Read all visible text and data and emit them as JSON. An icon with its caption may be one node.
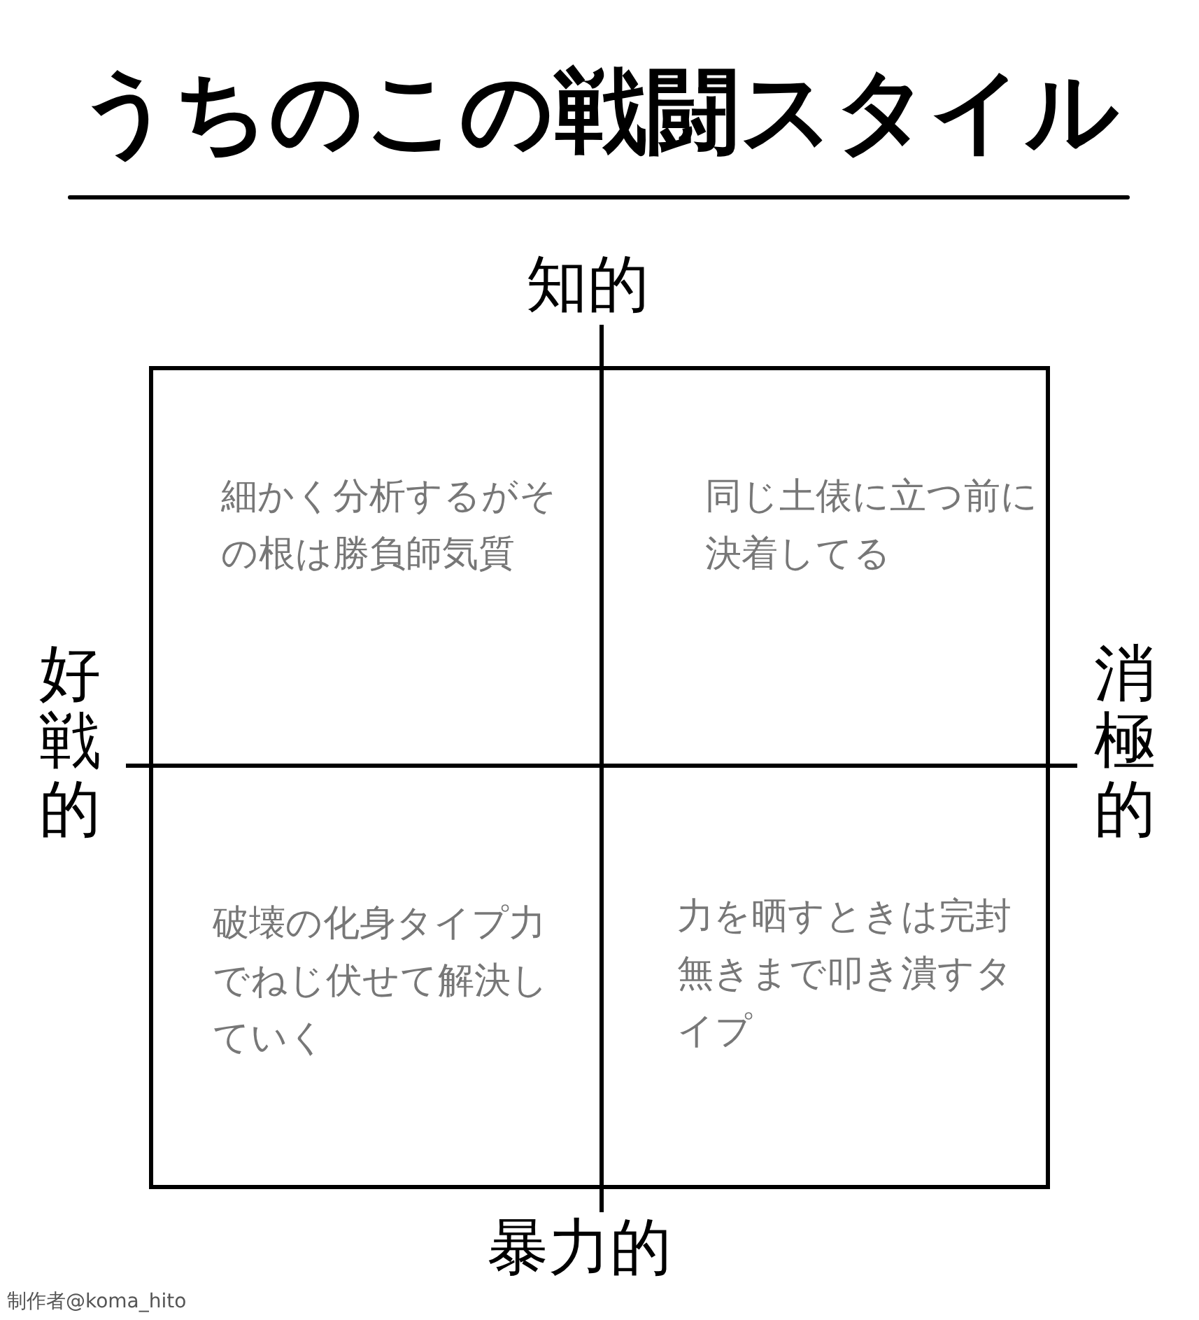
{
  "diagram": {
    "title": "うちのこの戦闘スタイル",
    "nodes": [
      {
        "text": [
          "細かく分析するがその根は勝負師気質"
        ]
      },
      {
        "text": [
          "同じ土俵に立つ前に決着してる"
        ]
      },
      {
        "text": [
          "破壊の化身タイプ力でねじ伏せて解決していく"
        ]
      },
      {
        "text": [
          "力を晒すときは完封無きまで叩き潰すタイプ"
        ]
      }
    ],
    "edges": [],
    "labels": [
      "知的",
      "好戦的",
      "消極的",
      "暴力的",
      "制作者@koma_hito"
    ]
  }
}
